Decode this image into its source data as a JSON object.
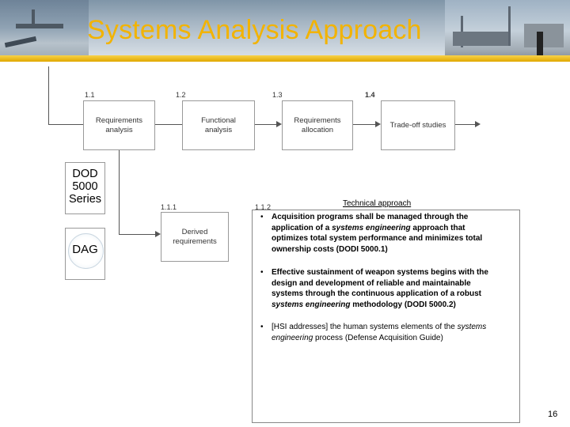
{
  "title": "Systems Analysis Approach",
  "colors": {
    "title": "#f2b300",
    "gold_bar": "#e0a800"
  },
  "steps": [
    {
      "num": "1.1",
      "label": "Requirements analysis"
    },
    {
      "num": "1.2",
      "label": "Functional analysis"
    },
    {
      "num": "1.3",
      "label": "Requirements allocation"
    },
    {
      "num": "1.4",
      "label": "Trade-off studies"
    },
    {
      "num": "1.1.1",
      "label": "Derived requirements"
    }
  ],
  "sub_num": "1.1.2",
  "logos": {
    "dod": [
      "DOD",
      "5000",
      "Series"
    ],
    "dag": "DAG"
  },
  "technical": {
    "title": "Technical approach",
    "bullets": [
      {
        "pre": "Acquisition programs shall be managed through the application of a ",
        "em": "systems engineering",
        "post": " approach that optimizes total system performance and minimizes total ownership costs (DODI 5000.1)"
      },
      {
        "pre": "Effective sustainment of weapon systems begins with the design and development of reliable and maintainable systems through the continuous application of a robust ",
        "em": "systems engineering",
        "post": " methodology (DODI 5000.2)"
      },
      {
        "pre": "[HSI addresses] the human systems elements of the ",
        "em": "systems engineering",
        "post": " process (Defense Acquisition Guide)"
      }
    ]
  },
  "page_number": "16"
}
